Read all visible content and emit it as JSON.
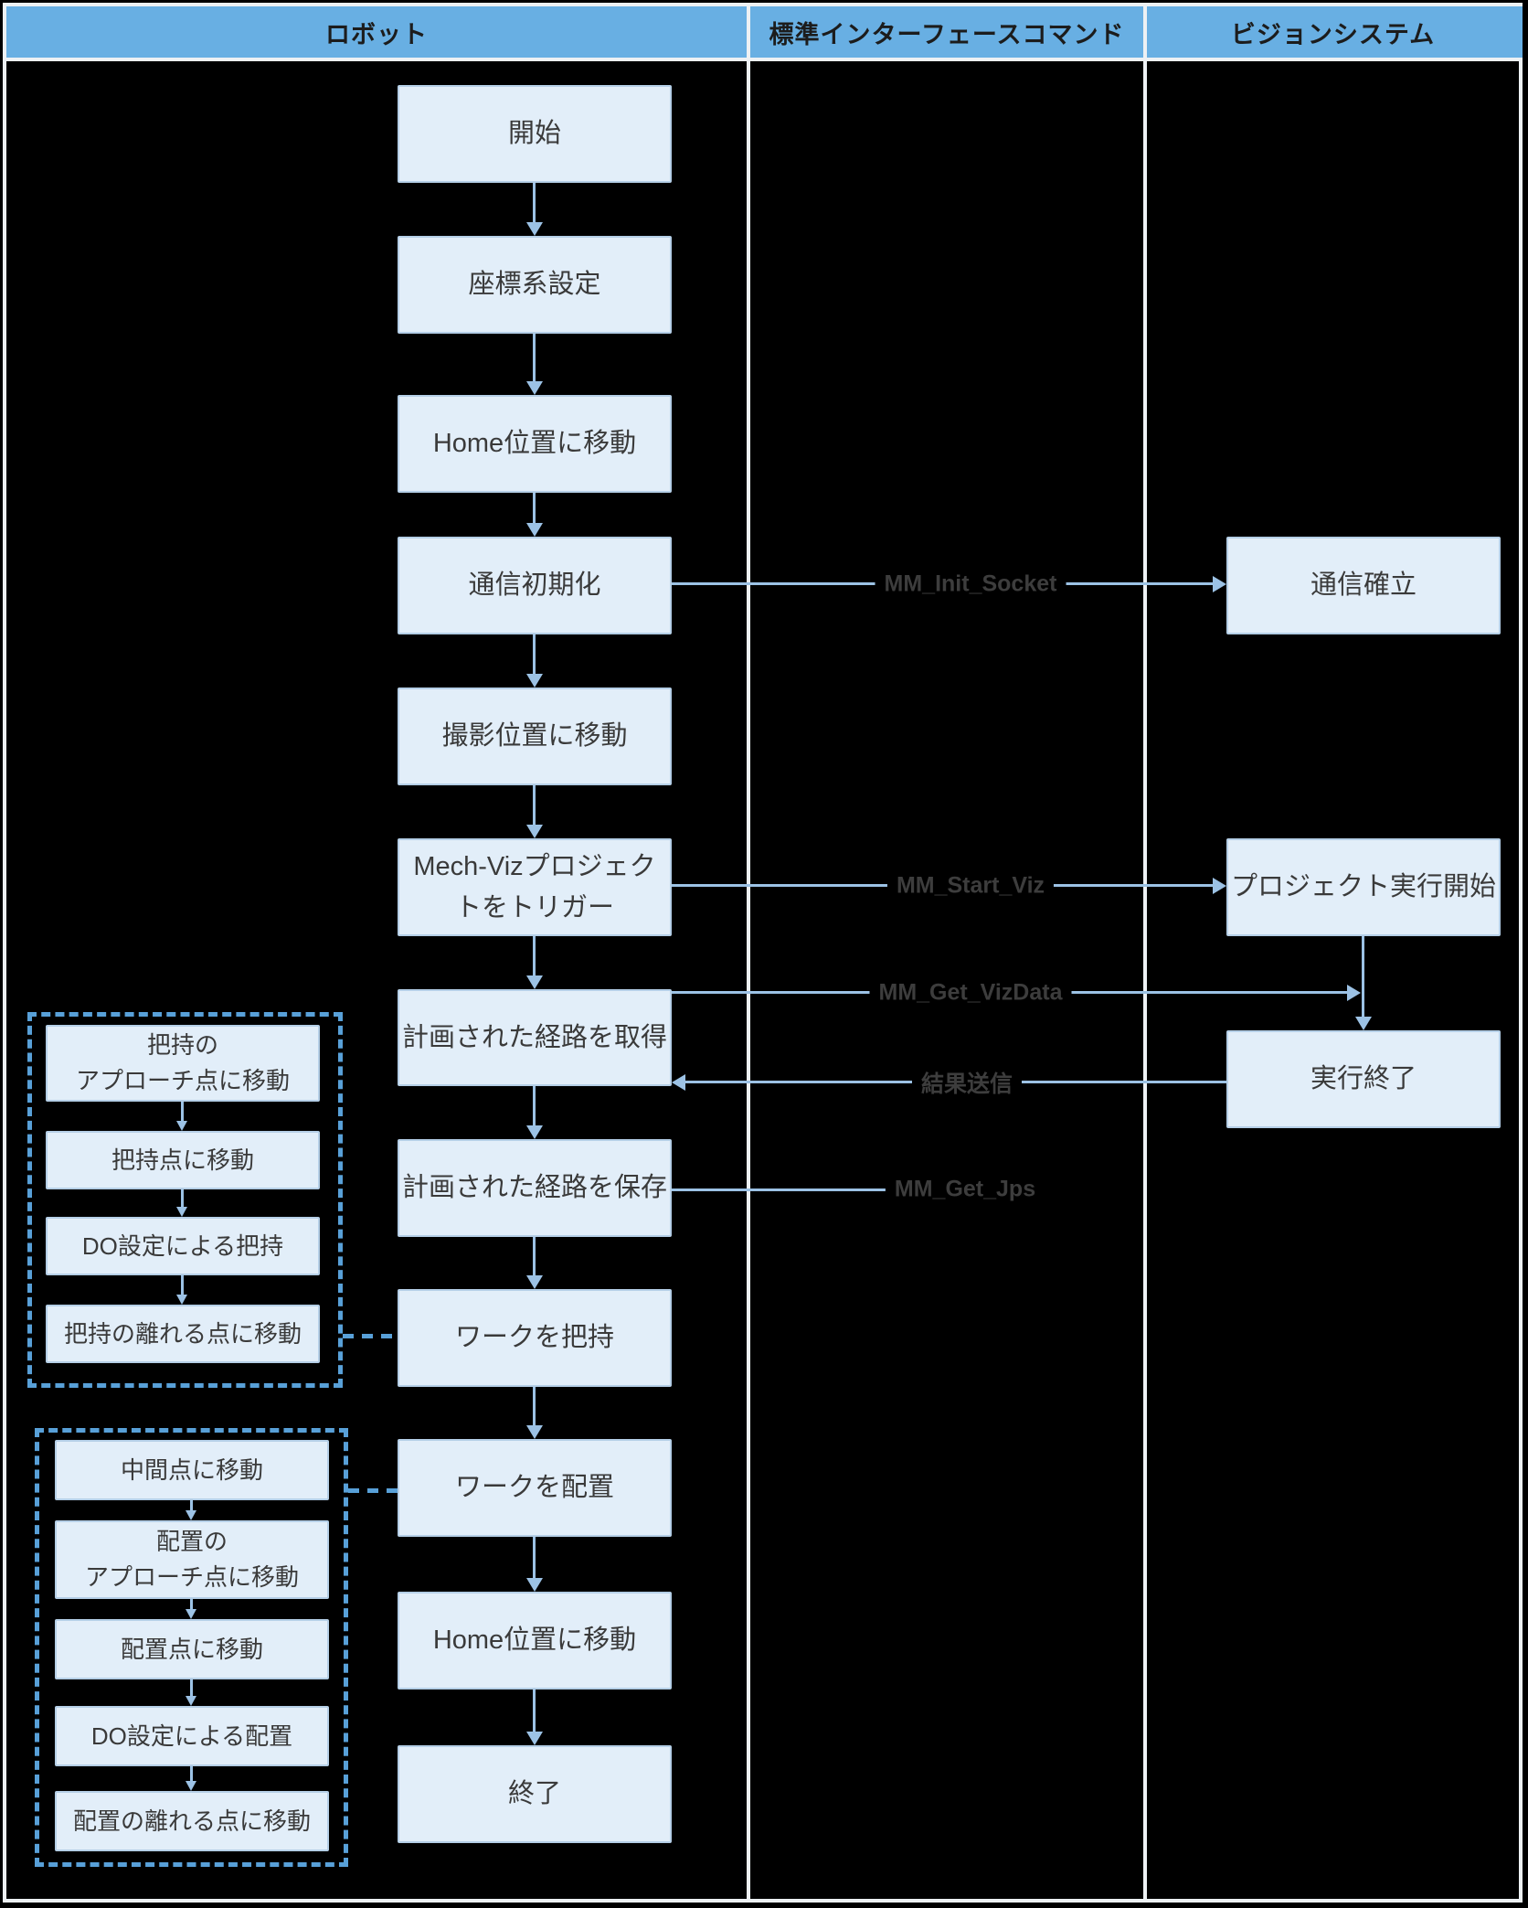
{
  "header": {
    "columns": [
      {
        "label": "ロボット"
      },
      {
        "label": "標準インターフェースコマンド"
      },
      {
        "label": "ビジョンシステム"
      }
    ]
  },
  "robot_flow": {
    "steps": [
      "開始",
      "座標系設定",
      "Home位置に移動",
      "通信初期化",
      "撮影位置に移動",
      "Mech-Vizプロジェク\nトをトリガー",
      "計画された経路を取得",
      "計画された経路を保存",
      "ワークを把持",
      "ワークを配置",
      "Home位置に移動",
      "終了"
    ]
  },
  "commands": {
    "mm_init_socket": "MM_Init_Socket",
    "mm_start_viz": "MM_Start_Viz",
    "mm_get_vizdata": "MM_Get_VizData",
    "result_send": "結果送信",
    "mm_get_jps": "MM_Get_Jps"
  },
  "vision_flow": {
    "steps": [
      "通信確立",
      "プロジェクト実行開始",
      "実行終了"
    ]
  },
  "grasp_group": {
    "steps": [
      "把持の\nアプローチ点に移動",
      "把持点に移動",
      "DO設定による把持",
      "把持の離れる点に移動"
    ]
  },
  "place_group": {
    "steps": [
      "中間点に移動",
      "配置の\nアプローチ点に移動",
      "配置点に移動",
      "DO設定による配置",
      "配置の離れる点に移動"
    ]
  },
  "colors": {
    "background": "#000000",
    "table_grid": "#edf1f4",
    "header_bg": "#68afe3",
    "header_text": "#1c1c1c",
    "box_fill": "#e2eef9",
    "box_border": "#b5cfe7",
    "box_text": "#3a3a3a",
    "arrow": "#9cc2e5",
    "dashed": "#58a0d8",
    "command_text": "#3d3d3d"
  }
}
